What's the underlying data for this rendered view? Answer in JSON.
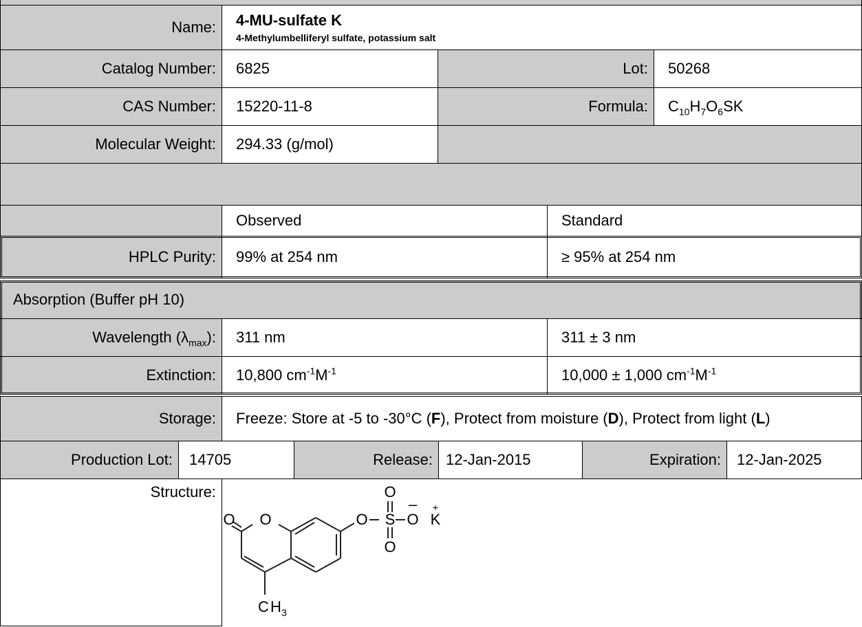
{
  "name": {
    "label": "Name:",
    "short": "4-MU-sulfate K",
    "full": "4-Methylumbelliferyl sulfate, potassium salt"
  },
  "catalog": {
    "label": "Catalog Number:",
    "value": "6825"
  },
  "lot": {
    "label": "Lot:",
    "value": "50268"
  },
  "cas": {
    "label": "CAS Number:",
    "value": "15220-11-8"
  },
  "formula": {
    "label": "Formula:",
    "parts": [
      {
        "t": "C",
        "s": "10"
      },
      {
        "t": "H",
        "s": "7"
      },
      {
        "t": "O",
        "s": "6"
      },
      {
        "t": "SK",
        "s": ""
      }
    ]
  },
  "mw": {
    "label": "Molecular Weight:",
    "value": "294.33 (g/mol)"
  },
  "headers": {
    "observed": "Observed",
    "standard": "Standard"
  },
  "hplc": {
    "label": "HPLC Purity:",
    "observed": "99% at 254 nm",
    "standard": "≥ 95% at 254 nm"
  },
  "absorption": {
    "title": "Absorption (Buffer pH 10)",
    "wavelength": {
      "label_main": "Wavelength (λ",
      "label_sub": "max",
      "label_end": "):",
      "observed": "311 nm",
      "standard": "311 ± 3 nm"
    },
    "extinction": {
      "label": "Extinction:",
      "observed_num": "10,800 cm",
      "unit_sup1": "-1",
      "unit_mid": "M",
      "unit_sup2": "-1",
      "standard_num": "10,000 ± 1,000 cm"
    }
  },
  "storage": {
    "label": "Storage:",
    "parts": [
      {
        "t": "Freeze: Store at -5 to -30°C (",
        "b": false
      },
      {
        "t": "F",
        "b": true
      },
      {
        "t": "), Protect from moisture (",
        "b": false
      },
      {
        "t": "D",
        "b": true
      },
      {
        "t": "), Protect from light (",
        "b": false
      },
      {
        "t": "L",
        "b": true
      },
      {
        "t": ")",
        "b": false
      }
    ]
  },
  "production": {
    "lot_label": "Production Lot:",
    "lot_value": "14705",
    "release_label": "Release:",
    "release_value": "12-Jan-2015",
    "expiration_label": "Expiration:",
    "expiration_value": "12-Jan-2025"
  },
  "structure": {
    "label": "Structure:",
    "atoms": {
      "o": "O",
      "s": "S",
      "minus": "–",
      "plus": "+",
      "k": "K",
      "c": "C",
      "h": "H",
      "three": "3"
    }
  }
}
